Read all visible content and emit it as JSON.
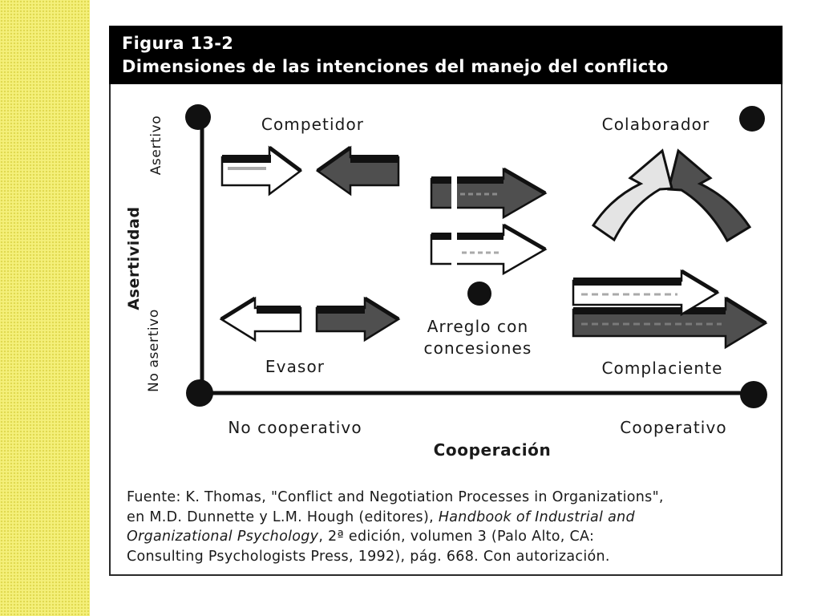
{
  "colors": {
    "slide_accent": "#F4F07A",
    "header_bg": "#000000",
    "header_text": "#FFFFFF",
    "arrow_dark": "#4f4f4f",
    "arrow_light": "#e4e4e4"
  },
  "figure": {
    "number": "Figura 13-2",
    "title": "Dimensiones de las intenciones del manejo del conflicto"
  },
  "diagram": {
    "y_axis": {
      "label": "Asertividad",
      "high": "Asertivo",
      "low": "No asertivo"
    },
    "x_axis": {
      "label": "Cooperación",
      "low": "No cooperativo",
      "high": "Cooperativo"
    },
    "styles": {
      "competitor": "Competidor",
      "collaborator": "Colaborador",
      "compromise_line1": "Arreglo con",
      "compromise_line2": "concesiones",
      "avoider": "Evasor",
      "accommodator": "Complaciente"
    }
  },
  "source": {
    "line1": "Fuente: K. Thomas, \"Conflict and Negotiation Processes in Organizations\",",
    "line2_plain": "en M.D. Dunnette y L.M. Hough (editores), ",
    "line2_italic": "Handbook of Industrial and",
    "line3_italic": "Organizational Psychology",
    "line3_plain": ", 2ª edición, volumen 3 (Palo Alto, CA:",
    "line4": "Consulting Psychologists Press, 1992), pág. 668. Con autorización."
  }
}
